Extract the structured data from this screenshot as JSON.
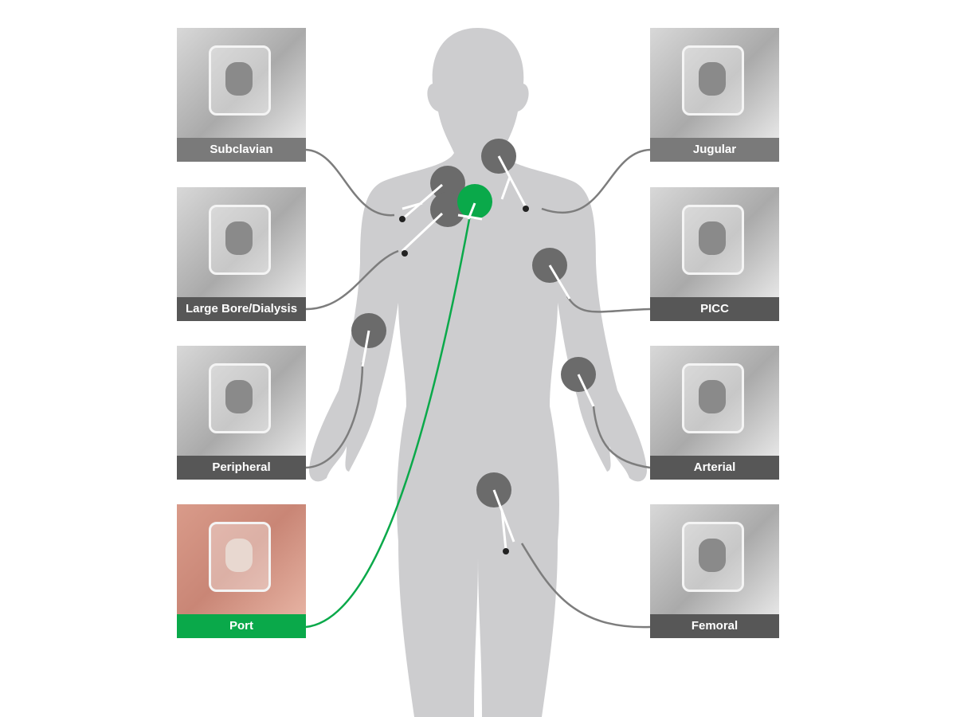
{
  "colors": {
    "body": "#cdcdcf",
    "site": "#6b6b6b",
    "port": "#0aa94a",
    "line": "#7d7d7d"
  },
  "sites": {
    "subclavian": "Subclavian",
    "large_bore": "Large Bore/Dialysis",
    "peripheral": "Peripheral",
    "port": "Port",
    "jugular": "Jugular",
    "picc": "PICC",
    "arterial": "Arterial",
    "femoral": "Femoral"
  }
}
